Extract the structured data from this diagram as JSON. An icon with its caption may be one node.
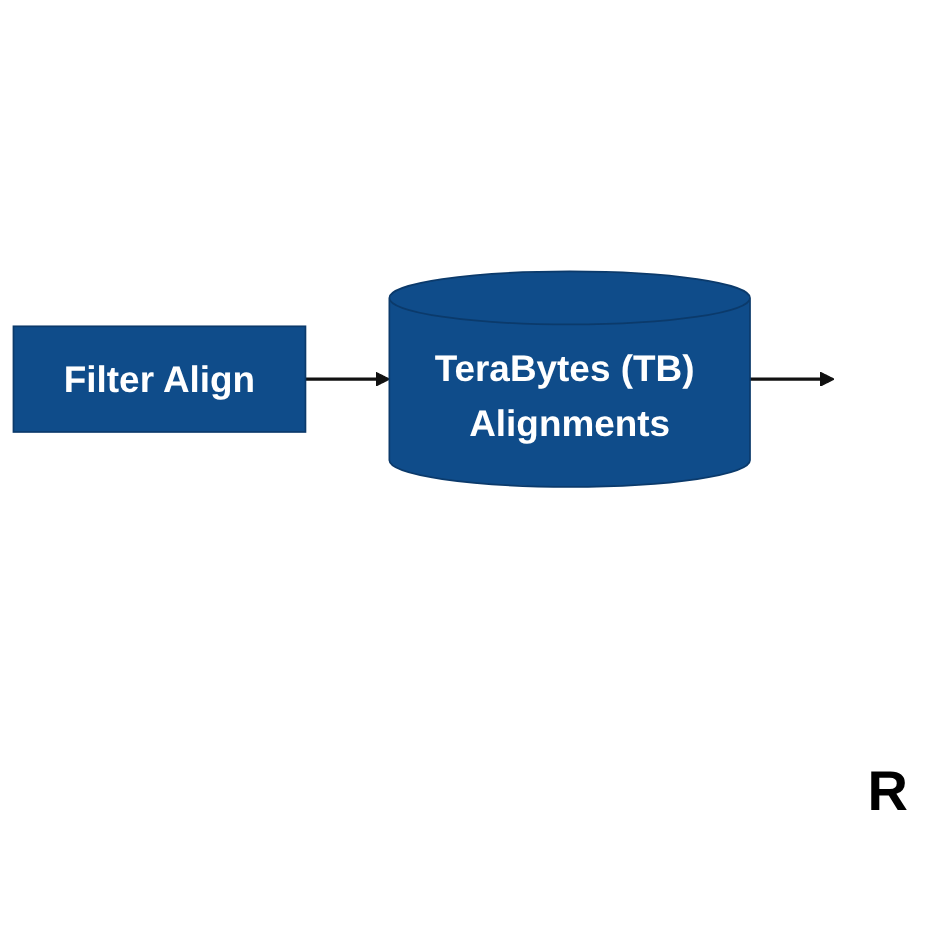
{
  "diagram": {
    "nodes": [
      {
        "text": [
          "Filter Align"
        ]
      },
      {
        "text": [
          "TeraBytes (TB) Alignments"
        ]
      }
    ],
    "edges": [
      {
        "from": 0,
        "to": 1,
        "arrow": "to"
      },
      {
        "from": 1,
        "to": null,
        "arrow": "to"
      }
    ],
    "labels": [
      "R"
    ]
  }
}
